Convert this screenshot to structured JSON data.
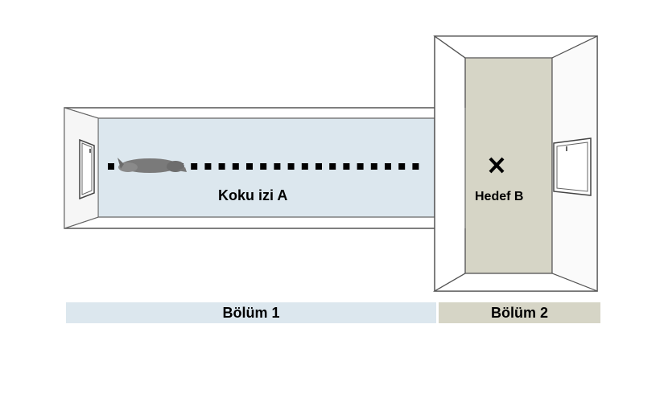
{
  "labels": {
    "scent_trail": "Koku izi A",
    "target": "Hedef B",
    "section1": "Bölüm 1",
    "section2": "Bölüm 2"
  },
  "colors": {
    "section1_fill": "#dce7ee",
    "section2_fill": "#d6d5c6",
    "wall_stroke": "#555555",
    "trail": "#000000",
    "dog": "#777777"
  },
  "icons": {
    "target_marker": "x-mark-icon",
    "animal": "dog-icon",
    "door_left": "door-icon",
    "door_middle": "door-icon",
    "door_right": "door-icon"
  }
}
